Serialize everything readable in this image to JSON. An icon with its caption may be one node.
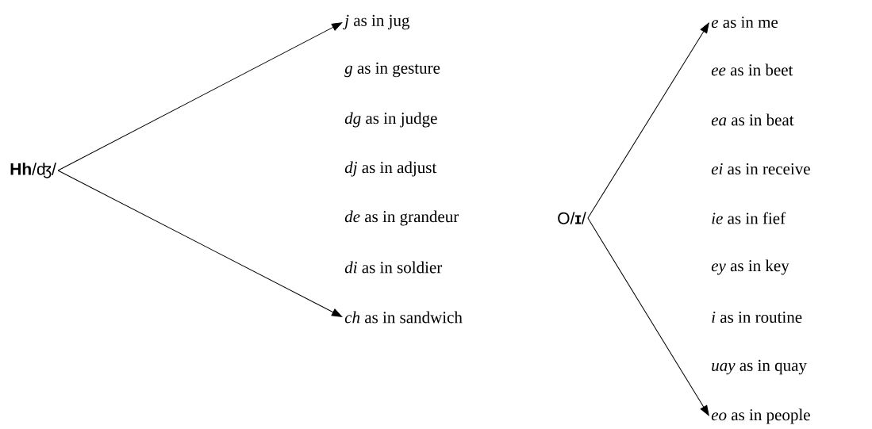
{
  "diagram": {
    "nodes": [
      {
        "text": [
          "**Hh**/ʤ/"
        ]
      },
      {
        "text": [
          "*j* as in jug"
        ]
      },
      {
        "text": [
          "*g* as in gesture"
        ]
      },
      {
        "text": [
          "*dg* as in judge"
        ]
      },
      {
        "text": [
          "*dj* as in adjust"
        ]
      },
      {
        "text": [
          "*de* as in grandeur"
        ]
      },
      {
        "text": [
          "*di* as in soldier"
        ]
      },
      {
        "text": [
          "*ch* as in sandwich"
        ]
      },
      {
        "text": [
          "O/**ɪ**/"
        ]
      },
      {
        "text": [
          "*e* as in me"
        ]
      },
      {
        "text": [
          "*ee* as in beet"
        ]
      },
      {
        "text": [
          "*ea* as in beat"
        ]
      },
      {
        "text": [
          "*ei* as in receive"
        ]
      },
      {
        "text": [
          "*ie* as in fief"
        ]
      },
      {
        "text": [
          "*ey* as in key"
        ]
      },
      {
        "text": [
          "*i* as in routine"
        ]
      },
      {
        "text": [
          "*uay* as in quay"
        ]
      },
      {
        "text": [
          "*eo* as in people"
        ]
      }
    ],
    "edges": [
      {
        "from": 0,
        "to": 1,
        "arrow": "to"
      },
      {
        "from": 0,
        "to": 7,
        "arrow": "to"
      },
      {
        "from": 8,
        "to": 9,
        "arrow": "to"
      },
      {
        "from": 8,
        "to": 17,
        "arrow": "to"
      }
    ]
  }
}
